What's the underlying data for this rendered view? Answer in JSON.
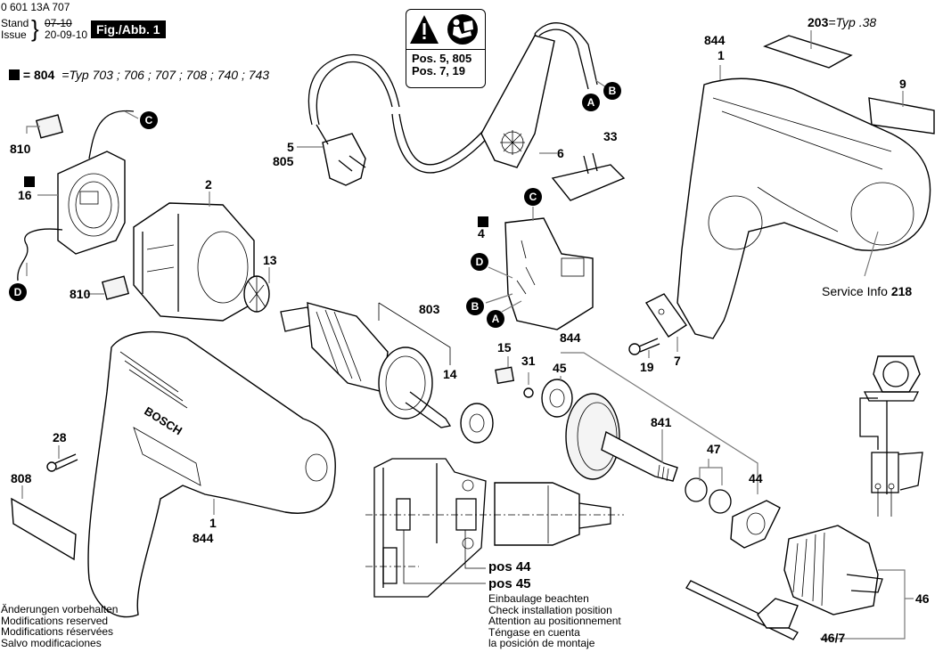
{
  "header": {
    "part_number": "0 601 13A 707",
    "stand_label": "Stand",
    "issue_label": "Issue",
    "stand_value_struck": "07-10",
    "issue_value": "20-09-10",
    "figure_label": "Fig./Abb. 1"
  },
  "legend_804": {
    "symbol": "square",
    "code": "804",
    "typ_text": "=Typ 703 ; 706 ; 707 ; 708 ; 740 ; 743"
  },
  "warning_box": {
    "icons": [
      "warning-triangle-icon",
      "read-manual-icon"
    ],
    "line1": "Pos. 5, 805",
    "line2": "Pos. 7, 19"
  },
  "label_203": {
    "code": "203",
    "typ_text": "=Typ .38"
  },
  "connectors": [
    "A",
    "B",
    "C",
    "D"
  ],
  "parts": {
    "p810_top": "810",
    "p16": "16",
    "p810_bottom": "810",
    "p2": "2",
    "p13": "13",
    "p5": "5",
    "p805": "805",
    "p6": "6",
    "p33": "33",
    "p4": "4",
    "p803": "803",
    "p14": "14",
    "p15": "15",
    "p31": "31",
    "p844_group": "844",
    "p45": "45",
    "p841": "841",
    "p47": "47",
    "p44": "44",
    "p46": "46",
    "p46_7": "46/7",
    "p19": "19",
    "p7": "7",
    "p844_top": "844",
    "p1_top": "1",
    "p9": "9",
    "p28": "28",
    "p808": "808",
    "p1_bottom": "1",
    "p844_bottom": "844"
  },
  "service_info": {
    "label": "Service Info",
    "code": "218"
  },
  "installation_note": {
    "pos_a": "pos 44",
    "pos_b": "pos 45",
    "lines": [
      "Einbaulage beachten",
      "Check installation position",
      "Attention au positionnement",
      "Téngase en cuenta",
      "la posición de montaje"
    ]
  },
  "disclaimer": [
    "Änderungen vorbehalten",
    "Modifications reserved",
    "Modifications réservées",
    "Salvo modificaciones"
  ],
  "brand_on_housing": "BOSCH"
}
